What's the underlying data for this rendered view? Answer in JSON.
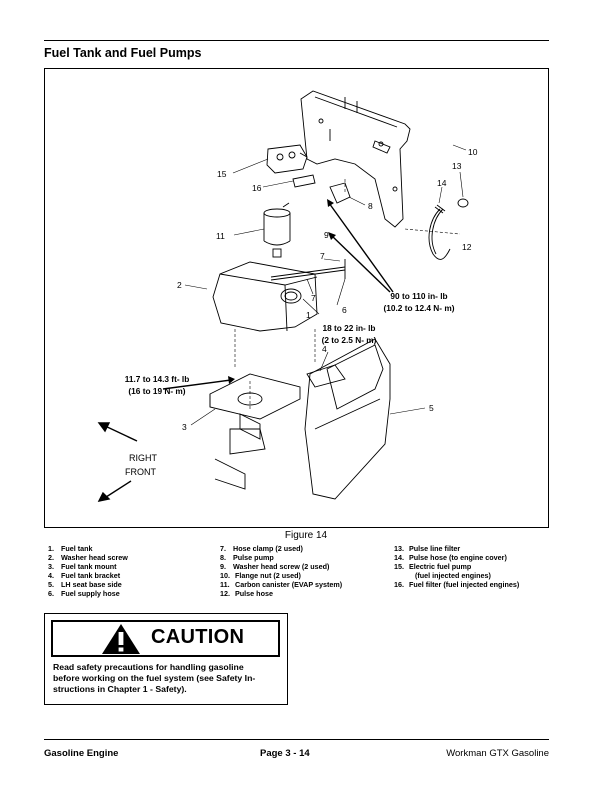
{
  "section_title": "Fuel Tank and Fuel Pumps",
  "figure": {
    "caption": "Figure 14",
    "callouts": [
      "1",
      "2",
      "3",
      "4",
      "5",
      "6",
      "7",
      "7",
      "8",
      "9",
      "10",
      "11",
      "12",
      "13",
      "14",
      "15",
      "16"
    ],
    "torque": {
      "t1_line1": "90 to 110 in- lb",
      "t1_line2": "(10.2 to 12.4 N- m)",
      "t2_line1": "18 to 22 in- lb",
      "t2_line2": "(2 to 2.5 N- m)",
      "t3_line1": "11.7 to 14.3 ft- lb",
      "t3_line2": "(16 to 19 N- m)"
    },
    "orientation": {
      "right": "RIGHT",
      "front": "FRONT"
    }
  },
  "legend": {
    "col1": [
      {
        "num": "1.",
        "text": "Fuel tank"
      },
      {
        "num": "2.",
        "text": "Washer head screw"
      },
      {
        "num": "3.",
        "text": "Fuel tank mount"
      },
      {
        "num": "4.",
        "text": "Fuel tank bracket"
      },
      {
        "num": "5.",
        "text": "LH seat base side"
      },
      {
        "num": "6.",
        "text": "Fuel supply hose"
      }
    ],
    "col2": [
      {
        "num": "7.",
        "text": "Hose clamp (2 used)"
      },
      {
        "num": "8.",
        "text": "Pulse pump"
      },
      {
        "num": "9.",
        "text": "Washer head screw (2 used)"
      },
      {
        "num": "10.",
        "text": "Flange nut (2 used)"
      },
      {
        "num": "11.",
        "text": "Carbon canister (EVAP system)"
      },
      {
        "num": "12.",
        "text": "Pulse hose"
      }
    ],
    "col3": [
      {
        "num": "13.",
        "text": "Pulse line filter"
      },
      {
        "num": "14.",
        "text": "Pulse hose (to engine cover)"
      },
      {
        "num": "15.",
        "text": "Electric fuel pump"
      },
      {
        "num": "",
        "text": "(fuel injected engines)"
      },
      {
        "num": "16.",
        "text": "Fuel filter (fuel injected engines)"
      }
    ]
  },
  "caution": {
    "heading": "CAUTION",
    "line1": "Read safety precautions for handling gasoline",
    "line2": "before working on the fuel system (see Safety In-",
    "line3": "structions in Chapter 1 - Safety)."
  },
  "footer": {
    "left": "Gasoline Engine",
    "center": "Page 3 - 14",
    "right": "Workman GTX Gasoline"
  }
}
